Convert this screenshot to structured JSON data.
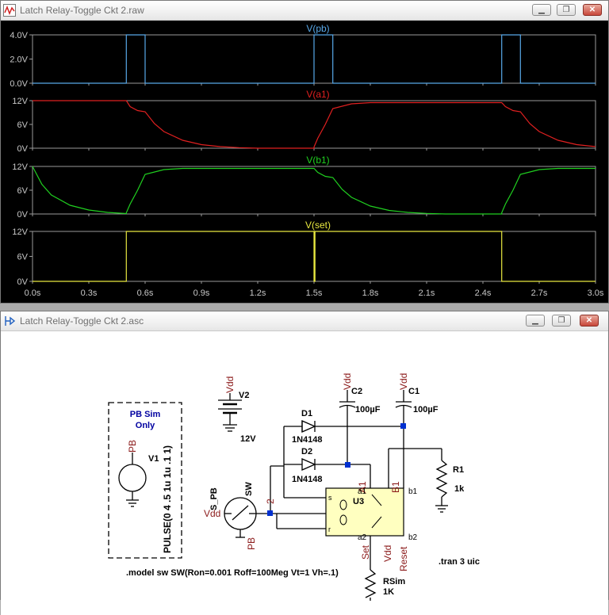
{
  "waveform_window": {
    "title": "Latch Relay-Toggle Ckt 2.raw",
    "controls": [
      "minimize",
      "restore",
      "close"
    ]
  },
  "schematic_window": {
    "title": "Latch Relay-Toggle Ckt 2.asc",
    "controls": [
      "minimize",
      "restore",
      "close"
    ]
  },
  "chart_data": [
    {
      "type": "line",
      "title": "V(pb)",
      "color": "#58a8e8",
      "y_ticks": [
        "4.0V",
        "2.0V",
        "0.0V"
      ],
      "ylim": [
        0,
        4
      ],
      "xlim": [
        0,
        3
      ],
      "x": [
        0,
        0.5,
        0.5,
        0.6,
        0.6,
        1.5,
        1.5,
        1.6,
        1.6,
        2.5,
        2.5,
        2.6,
        2.6,
        3.0
      ],
      "y": [
        0,
        0,
        4,
        4,
        0,
        0,
        4,
        4,
        0,
        0,
        4,
        4,
        0,
        0
      ]
    },
    {
      "type": "line",
      "title": "V(a1)",
      "color": "#e02020",
      "y_ticks": [
        "12V",
        "6V",
        "0V"
      ],
      "ylim": [
        0,
        12
      ],
      "xlim": [
        0,
        3
      ],
      "x": [
        0,
        0.5,
        0.52,
        0.56,
        0.6,
        0.65,
        0.7,
        0.8,
        0.9,
        1.0,
        1.1,
        1.2,
        1.5,
        1.5,
        1.52,
        1.56,
        1.6,
        1.7,
        1.8,
        2.0,
        2.3,
        2.5,
        2.52,
        2.56,
        2.6,
        2.65,
        2.7,
        2.8,
        2.9,
        3.0
      ],
      "y": [
        12,
        12,
        10.5,
        9.5,
        9.2,
        6.2,
        4.2,
        2.0,
        0.9,
        0.4,
        0.15,
        0,
        0,
        0.3,
        2.5,
        6.0,
        10.0,
        11.2,
        11.5,
        11.5,
        11.5,
        11.5,
        10.5,
        9.5,
        9.2,
        6.2,
        4.2,
        2.0,
        0.9,
        0.4
      ]
    },
    {
      "type": "line",
      "title": "V(b1)",
      "color": "#20d020",
      "y_ticks": [
        "12V",
        "6V",
        "0V"
      ],
      "ylim": [
        0,
        12
      ],
      "xlim": [
        0,
        3
      ],
      "x": [
        0,
        0.05,
        0.1,
        0.2,
        0.3,
        0.4,
        0.5,
        0.5,
        0.52,
        0.56,
        0.6,
        0.7,
        0.8,
        1.0,
        1.3,
        1.5,
        1.52,
        1.56,
        1.6,
        1.65,
        1.7,
        1.8,
        1.9,
        2.0,
        2.1,
        2.2,
        2.5,
        2.5,
        2.52,
        2.56,
        2.6,
        2.7,
        2.8,
        3.0
      ],
      "y": [
        12,
        7.5,
        4.8,
        2.2,
        1.0,
        0.4,
        0.1,
        0.3,
        2.5,
        6.0,
        10.0,
        11.2,
        11.5,
        11.5,
        11.5,
        11.5,
        10.5,
        9.5,
        9.2,
        6.2,
        4.2,
        2.0,
        0.9,
        0.4,
        0.15,
        0.0,
        0.0,
        0.3,
        2.5,
        6.0,
        10.0,
        11.2,
        11.5,
        11.5
      ]
    },
    {
      "type": "line",
      "title": "V(set)",
      "color": "#e8e840",
      "y_ticks": [
        "12V",
        "6V",
        "0V"
      ],
      "ylim": [
        0,
        12
      ],
      "xlim": [
        0,
        3
      ],
      "x_ticks": [
        "0.0s",
        "0.3s",
        "0.6s",
        "0.9s",
        "1.2s",
        "1.5s",
        "1.8s",
        "2.1s",
        "2.4s",
        "2.7s",
        "3.0s"
      ],
      "x": [
        0,
        0.5,
        0.5,
        1.5,
        1.5,
        1.505,
        1.505,
        2.5,
        2.5,
        3.0
      ],
      "y": [
        0,
        0,
        12,
        12,
        0,
        0,
        12,
        12,
        0,
        0
      ]
    }
  ],
  "schematic": {
    "pb_sim_label": [
      "PB Sim",
      "Only"
    ],
    "v1": {
      "pin": "PB",
      "name": "V1",
      "value": "PULSE(0 4 .5 1u 1u .1 1)"
    },
    "v2": {
      "pin": "Vdd",
      "name": "V2",
      "value": "12V"
    },
    "sw": {
      "name": "SW",
      "label": "S_PB",
      "pin_left": "Vdd",
      "pin_bottom": "PB",
      "node": "2"
    },
    "d1": {
      "name": "D1",
      "model": "1N4148"
    },
    "d2": {
      "name": "D2",
      "model": "1N4148"
    },
    "c2": {
      "pin": "Vdd",
      "name": "C2",
      "value": "100µF"
    },
    "c1": {
      "pin": "Vdd",
      "name": "C1",
      "value": "100µF"
    },
    "r1": {
      "name": "R1",
      "value": "1k"
    },
    "u3": {
      "name": "U3",
      "a1": "A1",
      "b1": "B1",
      "pin_a1": "a1",
      "pin_b1": "b1",
      "pin_a2": "a2",
      "pin_b2": "b2",
      "s": "s",
      "r": "r",
      "set": "Set",
      "vdd": "Vdd",
      "reset": "Reset"
    },
    "rsim": {
      "name": "RSim",
      "value": "1K"
    },
    "model_directive": ".model sw SW(Ron=0.001 Roff=100Meg Vt=1 Vh=.1)",
    "tran_directive": ".tran 3 uic"
  }
}
